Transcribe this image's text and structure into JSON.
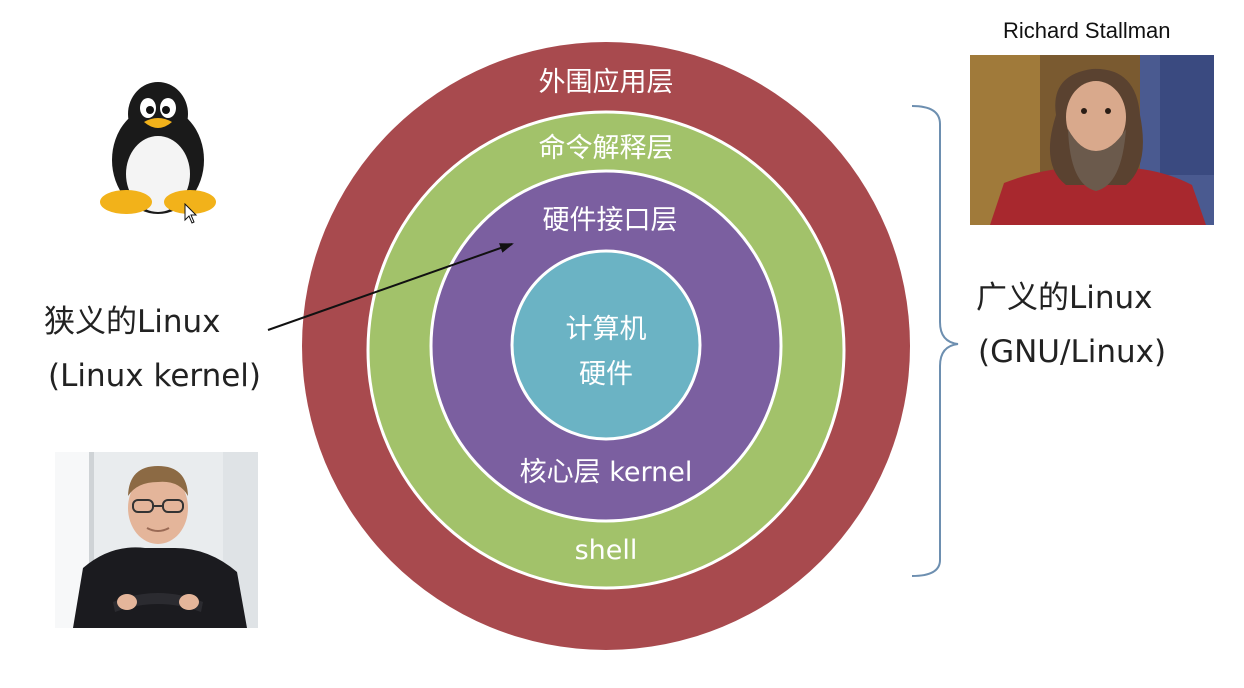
{
  "layers": {
    "outer": "外围应用层",
    "shell_cn": "命令解释层",
    "shell_en": "shell",
    "hw_interface": "硬件接口层",
    "kernel": "核心层 kernel",
    "hardware_line1": "计算机",
    "hardware_line2": "硬件"
  },
  "left_label": {
    "line1": "狭义的Linux",
    "line2": "(Linux kernel)"
  },
  "right_label": {
    "line1": "广义的Linux",
    "line2": "(GNU/Linux)"
  },
  "stallman_caption": "Richard Stallman",
  "colors": {
    "outer_ring": "#a84a4e",
    "shell_ring": "#a2c26a",
    "interface_ring": "#7b5fa0",
    "core": "#6bb3c4",
    "ring_border": "#ffffff",
    "brace": "#6d8fb0"
  },
  "icons": [
    "tux-penguin-icon",
    "mouse-cursor-icon",
    "linus-torvalds-photo",
    "richard-stallman-photo"
  ]
}
